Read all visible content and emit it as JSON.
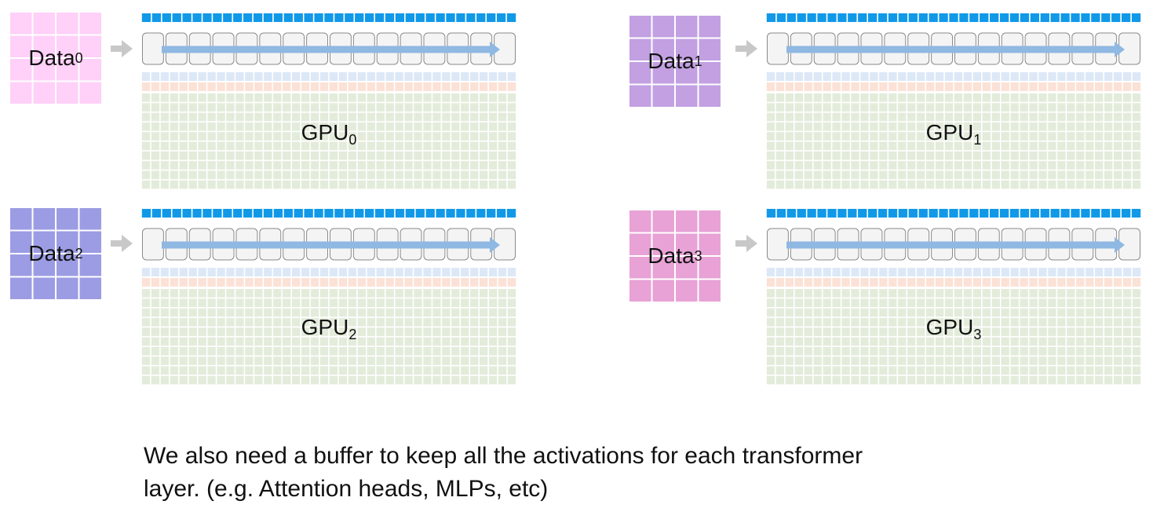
{
  "data_inputs": [
    {
      "label": "Data",
      "sub": "0",
      "color": "#ffd0f8"
    },
    {
      "label": "Data",
      "sub": "1",
      "color": "#c2a0e2"
    },
    {
      "label": "Data",
      "sub": "2",
      "color": "#9c9ce4"
    },
    {
      "label": "Data",
      "sub": "3",
      "color": "#e8a2d6"
    }
  ],
  "gpus": [
    {
      "label": "GPU",
      "sub": "0"
    },
    {
      "label": "GPU",
      "sub": "1"
    },
    {
      "label": "GPU",
      "sub": "2"
    },
    {
      "label": "GPU",
      "sub": "3"
    }
  ],
  "colors": {
    "parameters": "#1199e8",
    "layer_box": "#f4f4f4",
    "flow_arrow": "#8fb8e2",
    "gradients": "#dde8f7",
    "optimizer": "#fbe1d6",
    "activation_buffer": "#e3ecdb",
    "feed_arrow": "#c8c8c8"
  },
  "caption": {
    "line1": "We also need a buffer to keep all the activations for each transformer",
    "line2": "layer. (e.g. Attention heads, MLPs, etc)"
  }
}
